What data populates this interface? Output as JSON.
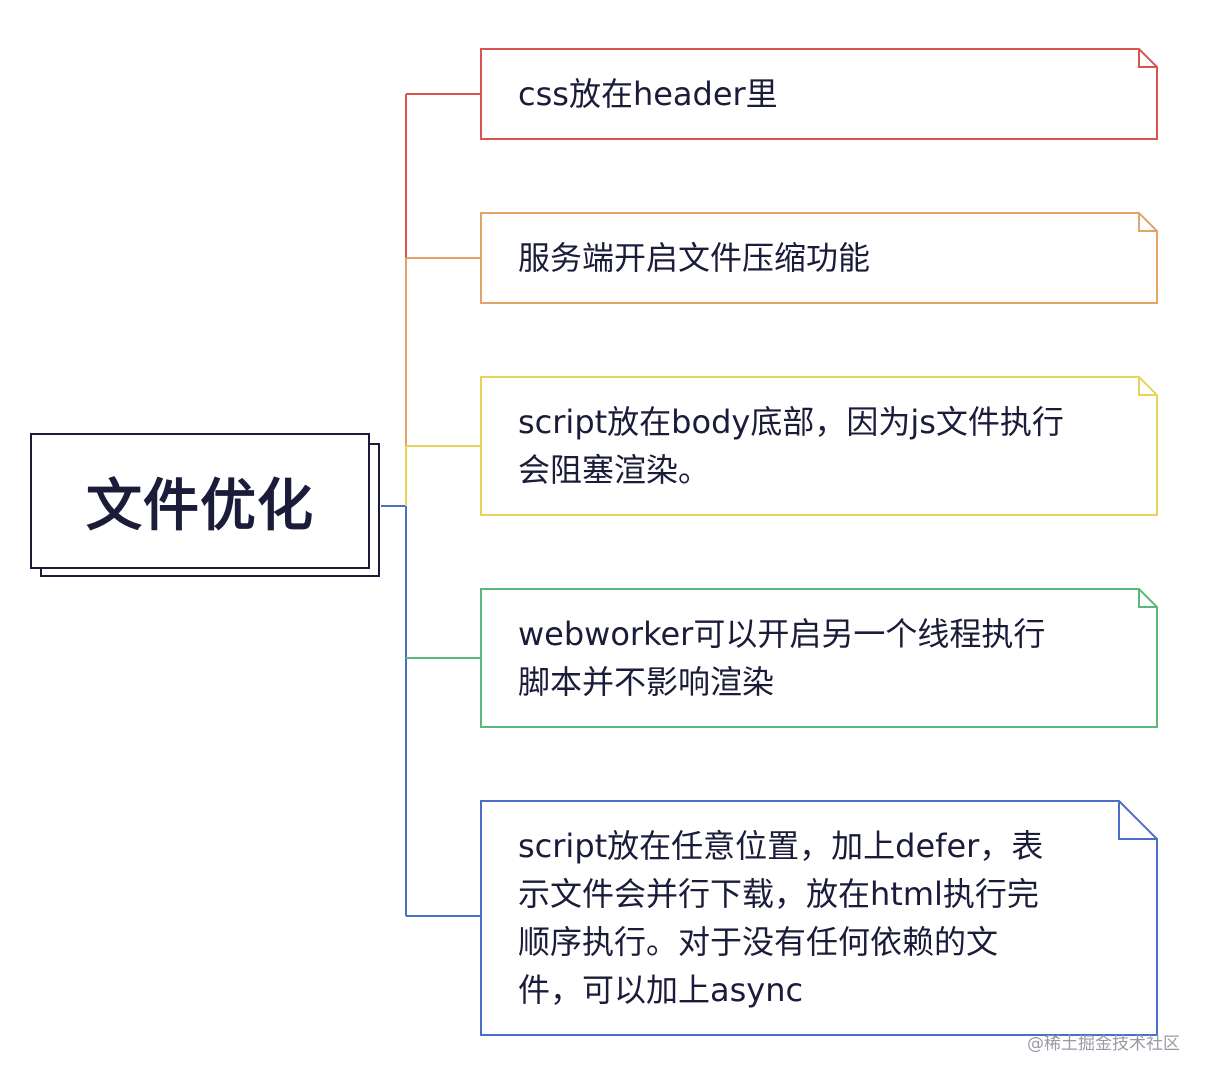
{
  "root": {
    "title": "文件优化"
  },
  "branches": [
    {
      "text": "css放在header里",
      "color": "#d9534f"
    },
    {
      "text": "服务端开启文件压缩功能",
      "color": "#e0a468"
    },
    {
      "text": "script放在body底部，因为js文件执行\n会阻塞渲染。",
      "color": "#e8d45a"
    },
    {
      "text": "webworker可以开启另一个线程执行\n脚本并不影响渲染",
      "color": "#5cb87a"
    },
    {
      "text": "script放在任意位置，加上defer，表\n示文件会并行下载，放在html执行完\n顺序执行。对于没有任何依赖的文\n件，可以加上async",
      "color": "#4a6fc7"
    }
  ],
  "watermark": "@稀土掘金技术社区"
}
